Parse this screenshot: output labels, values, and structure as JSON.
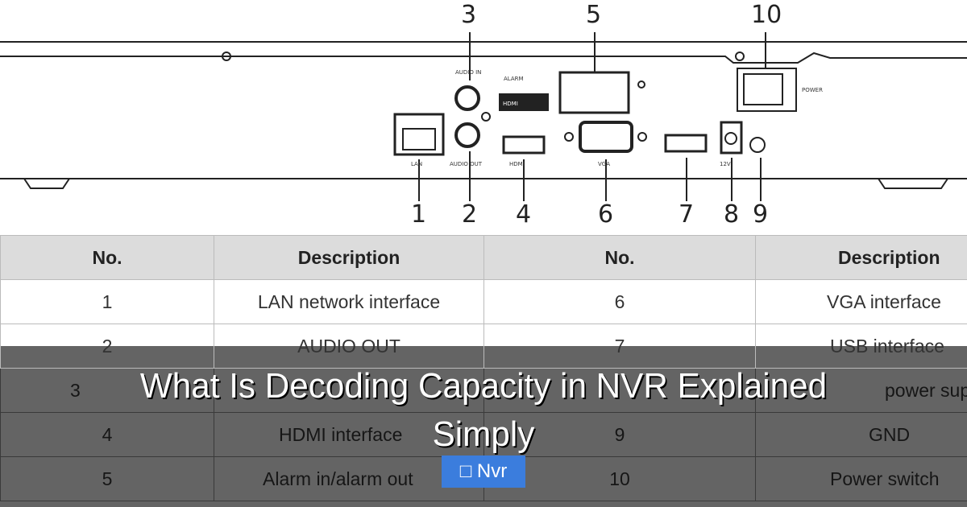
{
  "diagram": {
    "callouts_top": [
      "3",
      "5",
      "10"
    ],
    "callouts_bottom": [
      "1",
      "2",
      "4",
      "6",
      "7",
      "8",
      "9"
    ],
    "port_labels": {
      "lan": "LAN",
      "audio_in": "AUDIO IN",
      "audio_out": "AUDIO OUT",
      "hdmi": "HDMI",
      "vga": "VGA",
      "power": "POWER",
      "dc": "12V",
      "alarm": "ALARM"
    }
  },
  "table": {
    "headers": [
      "No.",
      "Description",
      "No.",
      "Description"
    ],
    "rows": [
      [
        "1",
        "LAN network interface",
        "6",
        "VGA interface"
      ],
      [
        "2",
        "AUDIO OUT",
        "7",
        "USB interface"
      ],
      [
        "3",
        "",
        "",
        "power supp"
      ],
      [
        "4",
        "HDMI interface",
        "9",
        "GND"
      ],
      [
        "5",
        "Alarm in/alarm out",
        "10",
        "Power switch"
      ]
    ]
  },
  "overlay": {
    "title": "What Is Decoding Capacity in NVR Explained Simply",
    "tag_icon": "folder-icon",
    "tag_label": "Nvr",
    "tag_color": "#3b7ddd"
  }
}
